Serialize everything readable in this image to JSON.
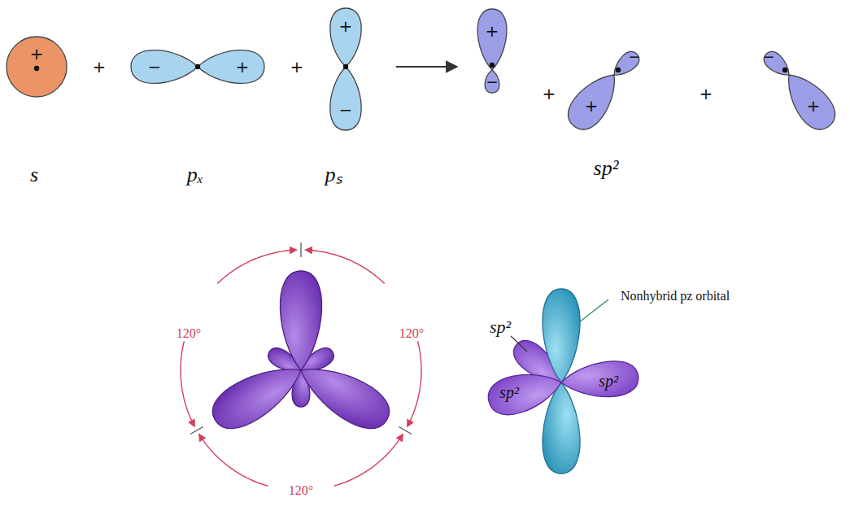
{
  "diagram": {
    "labels": [
      "+",
      "+",
      "−",
      "+",
      "+",
      "+",
      "−",
      "+",
      "−",
      "+",
      "−",
      "+",
      "+",
      "−",
      "+",
      "s",
      "pₓ",
      "pₛ",
      "sp²",
      "120°",
      "120°",
      "120°",
      "Nonhybrid pz orbital",
      "sp²",
      "sp²",
      "sp²"
    ]
  }
}
